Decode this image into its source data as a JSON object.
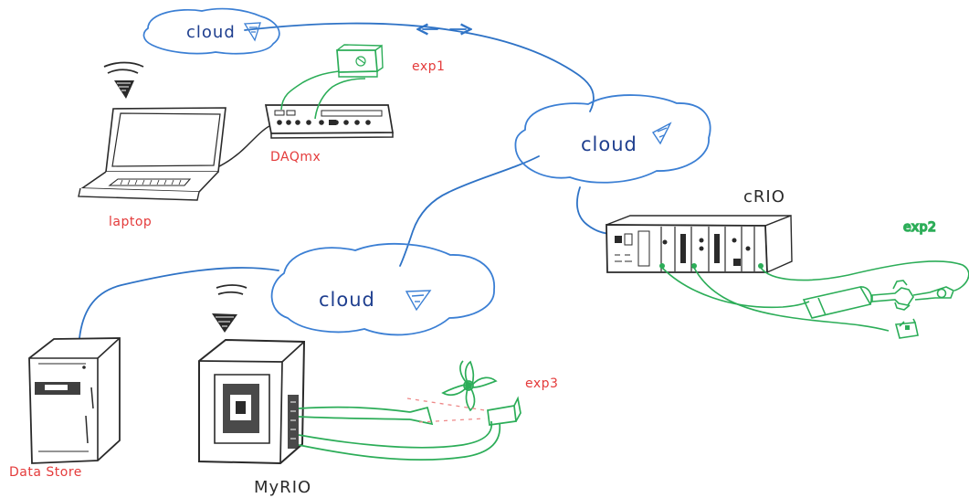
{
  "diagram": {
    "clouds": [
      {
        "label": "cloud"
      },
      {
        "label": "cloud"
      },
      {
        "label": "cloud"
      }
    ],
    "devices": {
      "daqmx": {
        "label": "DAQmx"
      },
      "laptop": {
        "label": "laptop"
      },
      "crio": {
        "label": "cRIO"
      },
      "myrio": {
        "label": "MyRIO"
      },
      "data_store": {
        "label": "Data Store"
      }
    },
    "experiments": {
      "exp1": {
        "label": "exp1"
      },
      "exp2": {
        "label": "exp2"
      },
      "exp3": {
        "label": "exp3"
      }
    }
  },
  "colors": {
    "network": "#2f73c6",
    "cloud_outline": "#3b7fd4",
    "signal": "#2cad58",
    "ink": "#2a2a2a",
    "label_red": "#e43b3b"
  }
}
